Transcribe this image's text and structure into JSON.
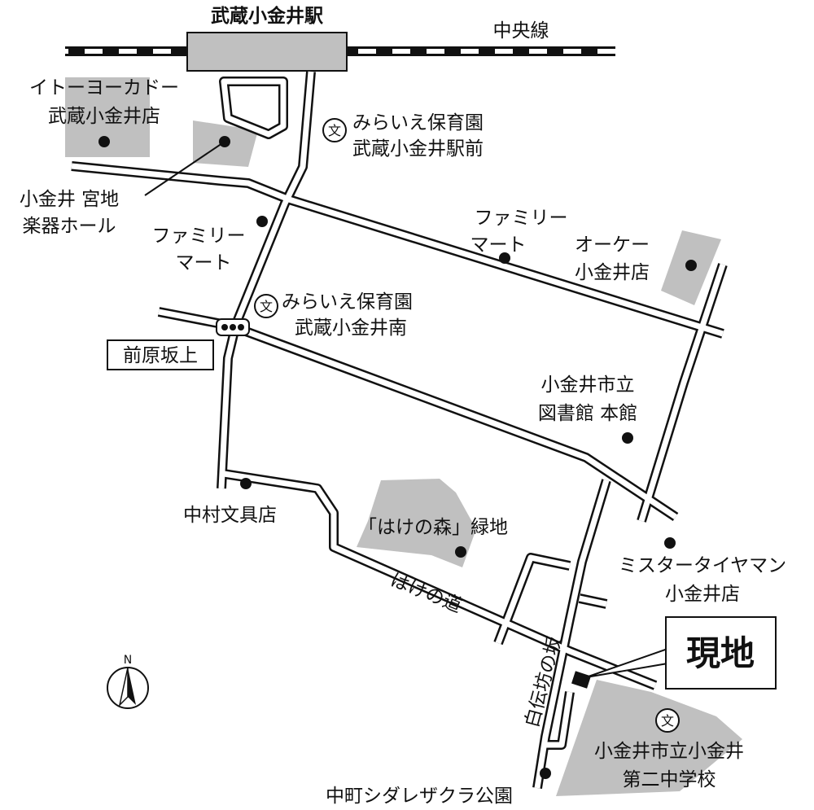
{
  "station": {
    "name": "武蔵小金井駅",
    "line": "中央線"
  },
  "places": {
    "ito_yokado": [
      "イトーヨーカドー",
      "武蔵小金井店"
    ],
    "miyaji": [
      "小金井 宮地",
      "楽器ホール"
    ],
    "miraie1": [
      "みらいえ保育園",
      "武蔵小金井駅前"
    ],
    "famima1": [
      "ファミリー",
      "マート"
    ],
    "famima2": [
      "ファミリー",
      "マート"
    ],
    "okay": [
      "オーケー",
      "小金井店"
    ],
    "miraie2": [
      "みらいえ保育園",
      "武蔵小金井南"
    ],
    "library": [
      "小金井市立",
      "図書館 本館"
    ],
    "nakamura": "中村文具店",
    "hakenomori": "「はけの森」緑地",
    "mistertire": [
      "ミスタータイヤマン",
      "小金井店"
    ],
    "school": [
      "小金井市立小金井",
      "第二中学校"
    ],
    "park": "中町シダレザクラ公園"
  },
  "intersection": "前原坂上",
  "roads": {
    "hakenomichi": "はけの道",
    "hakubo": "白伝坊の坂"
  },
  "target": "現地",
  "compass": "N",
  "colors": {
    "area": "#c0c0c0",
    "line": "#111111"
  }
}
